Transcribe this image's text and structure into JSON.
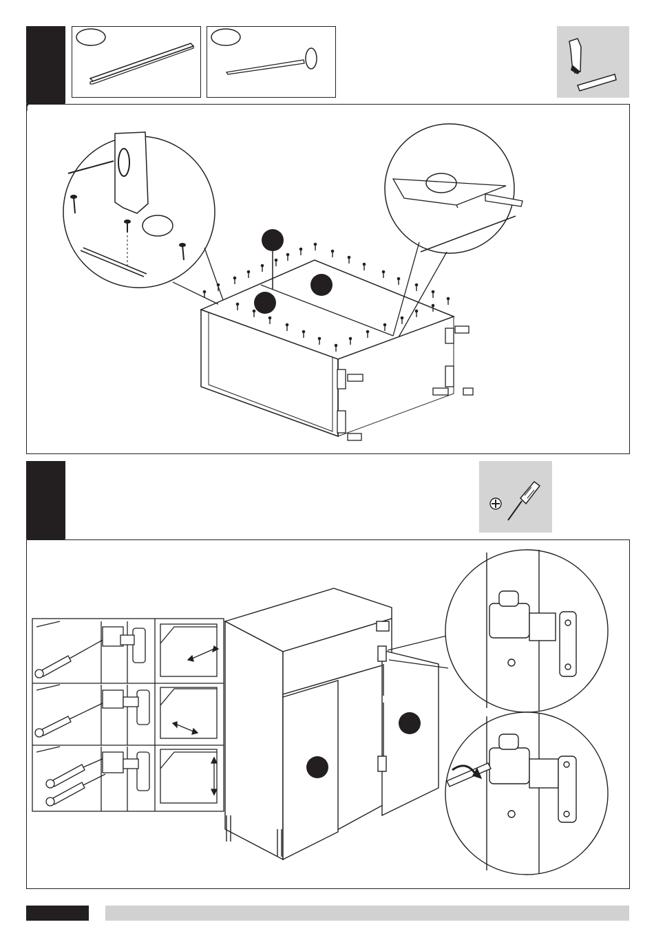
{
  "page": {
    "type": "assembly-instructions",
    "background": "#ffffff",
    "ink_color": "#231f20",
    "tool_box_color": "#d4d4d4",
    "footer_bar_color": "#d1d1d1"
  },
  "steps": [
    {
      "id": "step-1",
      "tool_icon": "hammer-icon",
      "parts": [
        {
          "icon": "back-panel-strip-icon"
        },
        {
          "icon": "nail-icon"
        }
      ],
      "illustration": "nailing-back-panel-to-cabinet"
    },
    {
      "id": "step-2",
      "tool_icon": "phillips-screwdriver-icon",
      "illustration": "adjusting-door-hinges",
      "adjustments": [
        {
          "icon": "hinge-side-adjustment-icon"
        },
        {
          "icon": "hinge-depth-adjustment-icon"
        },
        {
          "icon": "hinge-height-adjustment-icon"
        }
      ]
    }
  ]
}
